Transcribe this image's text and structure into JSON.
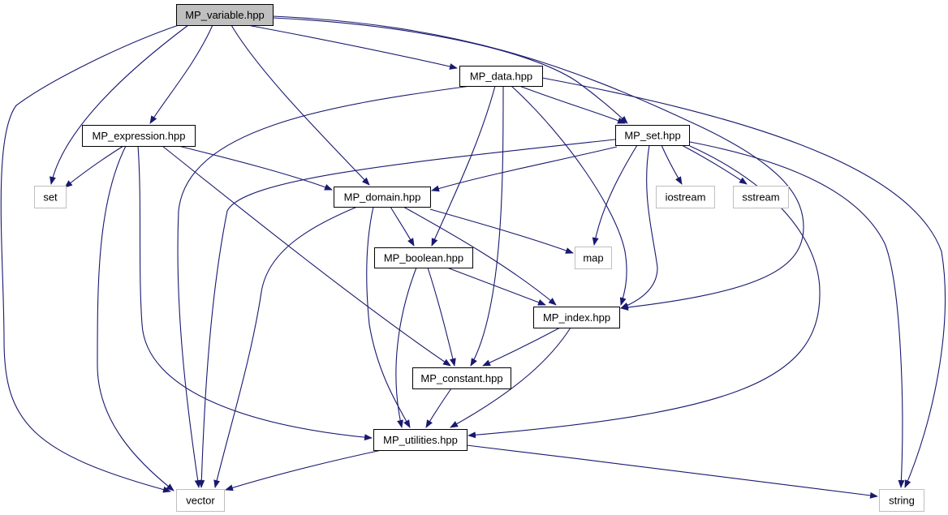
{
  "diagram": {
    "type": "include-dependency-graph",
    "colors": {
      "edge": "#191970",
      "root_fill": "#bfbfbf",
      "internal_border": "#000000",
      "external_border": "#bfbfbf",
      "text": "#000000"
    },
    "nodes": [
      {
        "id": "mp_variable",
        "label": "MP_variable.hpp",
        "kind": "root"
      },
      {
        "id": "mp_data",
        "label": "MP_data.hpp",
        "kind": "internal"
      },
      {
        "id": "mp_expression",
        "label": "MP_expression.hpp",
        "kind": "internal"
      },
      {
        "id": "mp_set",
        "label": "MP_set.hpp",
        "kind": "internal"
      },
      {
        "id": "set",
        "label": "set",
        "kind": "external"
      },
      {
        "id": "mp_domain",
        "label": "MP_domain.hpp",
        "kind": "internal"
      },
      {
        "id": "iostream",
        "label": "iostream",
        "kind": "external"
      },
      {
        "id": "sstream",
        "label": "sstream",
        "kind": "external"
      },
      {
        "id": "mp_boolean",
        "label": "MP_boolean.hpp",
        "kind": "internal"
      },
      {
        "id": "map",
        "label": "map",
        "kind": "external"
      },
      {
        "id": "mp_index",
        "label": "MP_index.hpp",
        "kind": "internal"
      },
      {
        "id": "mp_constant",
        "label": "MP_constant.hpp",
        "kind": "internal"
      },
      {
        "id": "mp_utilities",
        "label": "MP_utilities.hpp",
        "kind": "internal"
      },
      {
        "id": "vector",
        "label": "vector",
        "kind": "external"
      },
      {
        "id": "string",
        "label": "string",
        "kind": "external"
      }
    ],
    "edges": [
      {
        "from": "mp_variable",
        "to": "vector"
      },
      {
        "from": "mp_variable",
        "to": "set"
      },
      {
        "from": "mp_variable",
        "to": "mp_expression"
      },
      {
        "from": "mp_variable",
        "to": "mp_domain"
      },
      {
        "from": "mp_variable",
        "to": "mp_data"
      },
      {
        "from": "mp_variable",
        "to": "mp_set"
      },
      {
        "from": "mp_variable",
        "to": "mp_index"
      },
      {
        "from": "mp_data",
        "to": "vector"
      },
      {
        "from": "mp_data",
        "to": "mp_boolean"
      },
      {
        "from": "mp_data",
        "to": "mp_constant"
      },
      {
        "from": "mp_data",
        "to": "mp_index"
      },
      {
        "from": "mp_data",
        "to": "mp_set"
      },
      {
        "from": "mp_data",
        "to": "string"
      },
      {
        "from": "mp_expression",
        "to": "set"
      },
      {
        "from": "mp_expression",
        "to": "vector"
      },
      {
        "from": "mp_expression",
        "to": "mp_utilities"
      },
      {
        "from": "mp_expression",
        "to": "mp_constant"
      },
      {
        "from": "mp_expression",
        "to": "mp_domain"
      },
      {
        "from": "mp_set",
        "to": "vector"
      },
      {
        "from": "mp_set",
        "to": "mp_domain"
      },
      {
        "from": "mp_set",
        "to": "map"
      },
      {
        "from": "mp_set",
        "to": "mp_index"
      },
      {
        "from": "mp_set",
        "to": "iostream"
      },
      {
        "from": "mp_set",
        "to": "sstream"
      },
      {
        "from": "mp_set",
        "to": "mp_utilities"
      },
      {
        "from": "mp_set",
        "to": "string"
      },
      {
        "from": "mp_domain",
        "to": "vector"
      },
      {
        "from": "mp_domain",
        "to": "mp_utilities"
      },
      {
        "from": "mp_domain",
        "to": "mp_boolean"
      },
      {
        "from": "mp_domain",
        "to": "mp_index"
      },
      {
        "from": "mp_domain",
        "to": "map"
      },
      {
        "from": "mp_boolean",
        "to": "mp_utilities"
      },
      {
        "from": "mp_boolean",
        "to": "mp_constant"
      },
      {
        "from": "mp_boolean",
        "to": "mp_index"
      },
      {
        "from": "mp_index",
        "to": "mp_constant"
      },
      {
        "from": "mp_index",
        "to": "mp_utilities"
      },
      {
        "from": "mp_constant",
        "to": "mp_utilities"
      },
      {
        "from": "mp_utilities",
        "to": "vector"
      },
      {
        "from": "mp_utilities",
        "to": "string"
      }
    ]
  }
}
